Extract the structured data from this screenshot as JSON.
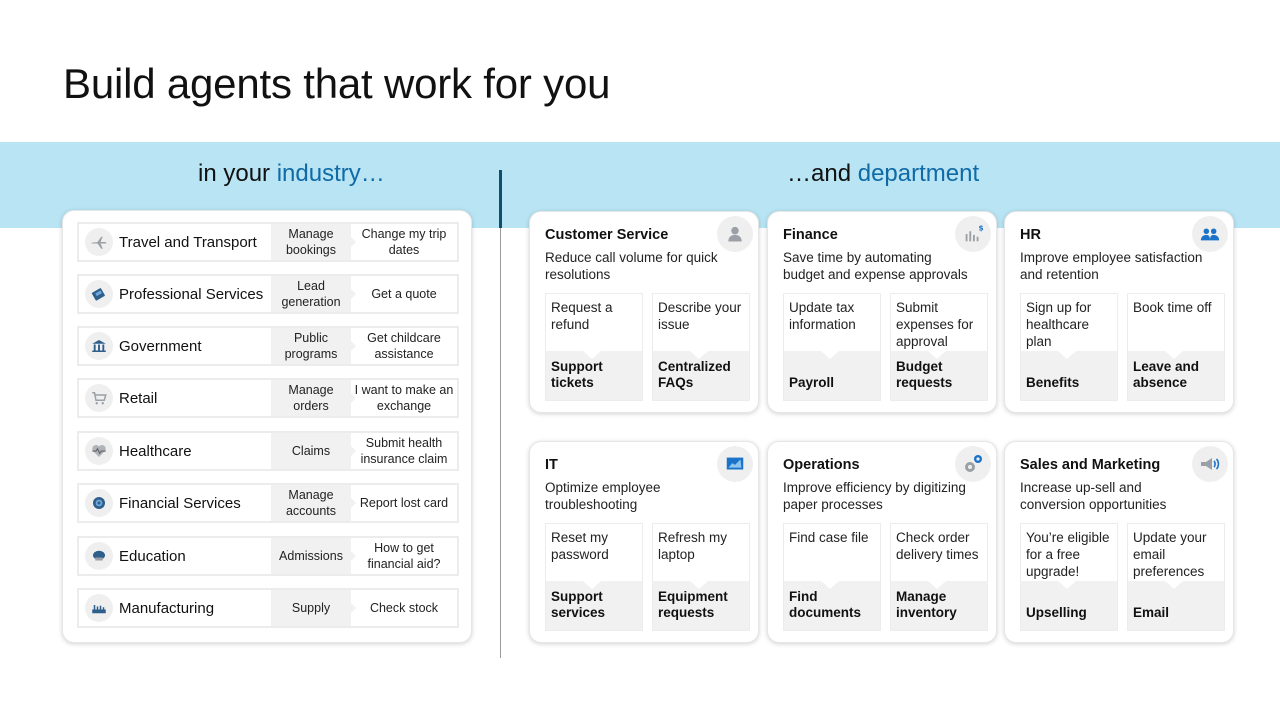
{
  "title": "Build agents that work for you",
  "industry_heading": {
    "prefix": "in your ",
    "accent": "industry…"
  },
  "department_heading": {
    "prefix": "…and ",
    "accent": "department"
  },
  "industries": [
    {
      "name": "Travel and Transport",
      "icon": "airplane-icon",
      "scenario": "Manage bookings",
      "example": "Change my trip dates"
    },
    {
      "name": "Professional Services",
      "icon": "briefcase-icon",
      "scenario": "Lead generation",
      "example": "Get a quote"
    },
    {
      "name": "Government",
      "icon": "government-building-icon",
      "scenario": "Public programs",
      "example": "Get childcare assistance"
    },
    {
      "name": "Retail",
      "icon": "shopping-cart-icon",
      "scenario": "Manage orders",
      "example": "I want to make an exchange"
    },
    {
      "name": "Healthcare",
      "icon": "heart-pulse-icon",
      "scenario": "Claims",
      "example": "Submit health insurance claim"
    },
    {
      "name": "Financial Services",
      "icon": "coin-icon",
      "scenario": "Manage accounts",
      "example": "Report lost card"
    },
    {
      "name": "Education",
      "icon": "graduation-cap-icon",
      "scenario": "Admissions",
      "example": "How to get financial aid?"
    },
    {
      "name": "Manufacturing",
      "icon": "factory-icon",
      "scenario": "Supply",
      "example": "Check stock"
    }
  ],
  "departments": [
    {
      "name": "Customer Service",
      "icon": "person-icon",
      "description": "Reduce call volume for quick resolutions",
      "items": [
        {
          "prompt": "Request a refund",
          "label": "Support tickets"
        },
        {
          "prompt": "Describe your issue",
          "label": "Centralized FAQs"
        }
      ]
    },
    {
      "name": "Finance",
      "icon": "finance-chart-icon",
      "description": "Save time by automating budget and expense approvals",
      "items": [
        {
          "prompt": "Update tax information",
          "label": "Payroll"
        },
        {
          "prompt": "Submit expenses for approval",
          "label": "Budget requests"
        }
      ]
    },
    {
      "name": "HR",
      "icon": "people-icon",
      "description": "Improve employee satisfaction and retention",
      "items": [
        {
          "prompt": "Sign up for healthcare plan",
          "label": "Benefits"
        },
        {
          "prompt": "Book time off",
          "label": "Leave and absence"
        }
      ]
    },
    {
      "name": "IT",
      "icon": "monitor-chart-icon",
      "description": "Optimize employee troubleshooting",
      "items": [
        {
          "prompt": "Reset my password",
          "label": "Support services"
        },
        {
          "prompt": "Refresh my laptop",
          "label": "Equipment requests"
        }
      ]
    },
    {
      "name": "Operations",
      "icon": "gears-icon",
      "description": "Improve efficiency by digitizing paper processes",
      "items": [
        {
          "prompt": "Find case file",
          "label": "Find documents"
        },
        {
          "prompt": "Check order delivery times",
          "label": "Manage inventory"
        }
      ]
    },
    {
      "name": "Sales and Marketing",
      "icon": "megaphone-icon",
      "description": "Increase up-sell and conversion opportunities",
      "items": [
        {
          "prompt": "You’re eligible for a free upgrade!",
          "label": "Upselling"
        },
        {
          "prompt": "Update your email preferences",
          "label": "Email"
        }
      ]
    }
  ],
  "colors": {
    "band": "#b8e4f4",
    "accent": "#0f6aa6",
    "icon_blue": "#1a73c9"
  }
}
